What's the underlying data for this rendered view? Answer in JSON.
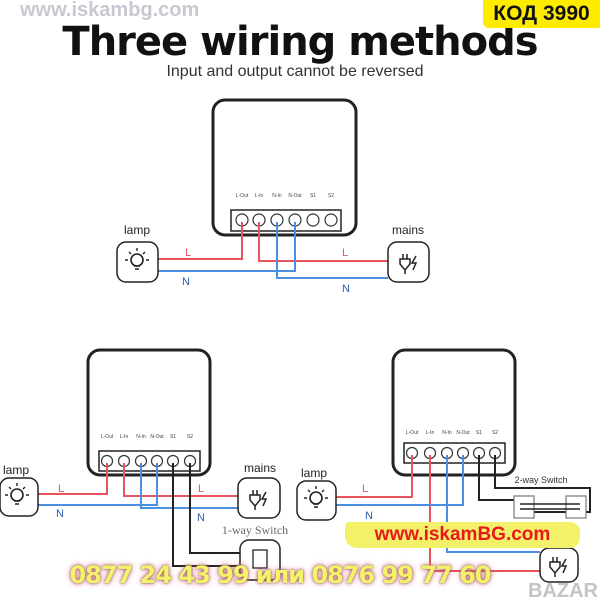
{
  "header": {
    "title": "Three wiring methods",
    "subtitle": "Input and output cannot be reversed"
  },
  "badge": {
    "code": "КОД 3990"
  },
  "watermarks": {
    "top": "www.iskambg.com",
    "site": "www.iskamBG.com",
    "phones": "0877 24 43 99 или 0876 99 77 60",
    "brand": "BAZAR"
  },
  "terminals": [
    "L-Out",
    "L-In",
    "N-In",
    "N-Out",
    "S1",
    "S2"
  ],
  "labels": {
    "lamp": "lamp",
    "mains": "mains",
    "L": "L",
    "N": "N",
    "switch1": "1-way Switch",
    "switch2": "2-way Switch"
  },
  "colors": {
    "live": "#e8545a",
    "neutral": "#4a8fe0",
    "switch_wire": "#222222"
  }
}
